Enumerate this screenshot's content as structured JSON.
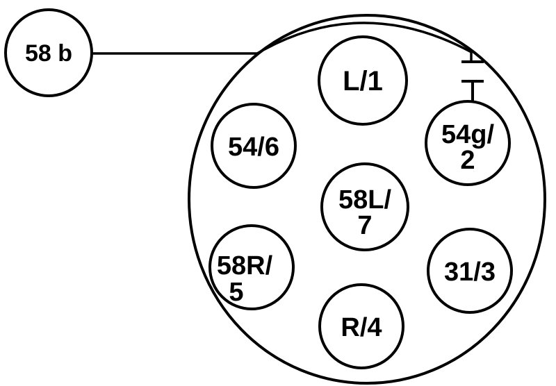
{
  "external_pin": {
    "label": "58 b"
  },
  "pins": [
    {
      "id": "pin-l1",
      "lines": [
        "L/1"
      ]
    },
    {
      "id": "pin-54-6",
      "lines": [
        "54/6"
      ]
    },
    {
      "id": "pin-54g-2",
      "lines": [
        "54g/",
        "2"
      ]
    },
    {
      "id": "pin-58l-7",
      "lines": [
        "58L/",
        "7"
      ]
    },
    {
      "id": "pin-58r-5",
      "lines": [
        "58R/",
        "5"
      ]
    },
    {
      "id": "pin-31-3",
      "lines": [
        "31/3"
      ]
    },
    {
      "id": "pin-r4",
      "lines": [
        "R/4"
      ]
    }
  ],
  "colors": {
    "stroke": "#000000",
    "background": "#ffffff"
  }
}
